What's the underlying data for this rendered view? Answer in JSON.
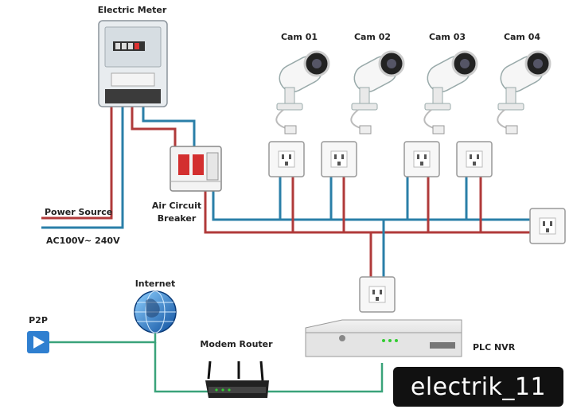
{
  "labels": {
    "electric_meter": "Electric Meter",
    "cam1": "Cam 01",
    "cam2": "Cam 02",
    "cam3": "Cam 03",
    "cam4": "Cam 04",
    "power_source": "Power Source",
    "voltage": "AC100V~ 240V",
    "breaker_line1": "Air Circuit",
    "breaker_line2": "Breaker",
    "internet": "Internet",
    "p2p": "P2P",
    "modem_router": "Modem Router",
    "nvr": "PLC NVR",
    "watermark": "electrik_11"
  },
  "colors": {
    "live_wire": "#b03a3a",
    "neutral_wire": "#2a7fa8",
    "network_wire": "#3aa37a",
    "p2p_blue": "#2f7fd0"
  }
}
